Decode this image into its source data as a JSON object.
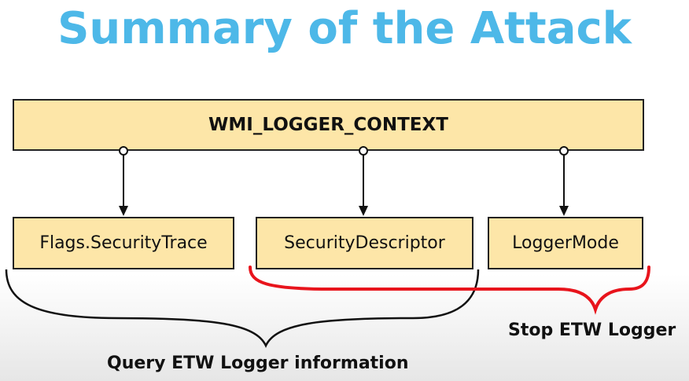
{
  "slide": {
    "title": "Summary of the Attack",
    "main_box": "WMI_LOGGER_CONTEXT",
    "fields": [
      "Flags.SecurityTrace",
      "SecurityDescriptor",
      "LoggerMode"
    ],
    "brace_labels": {
      "query": "Query ETW Logger information",
      "stop": "Stop ETW Logger"
    }
  },
  "colors": {
    "title": "#4db8e8",
    "box_fill": "#fde6a8",
    "box_border": "#222222",
    "query_brace": "#111111",
    "stop_brace": "#e8141c"
  }
}
